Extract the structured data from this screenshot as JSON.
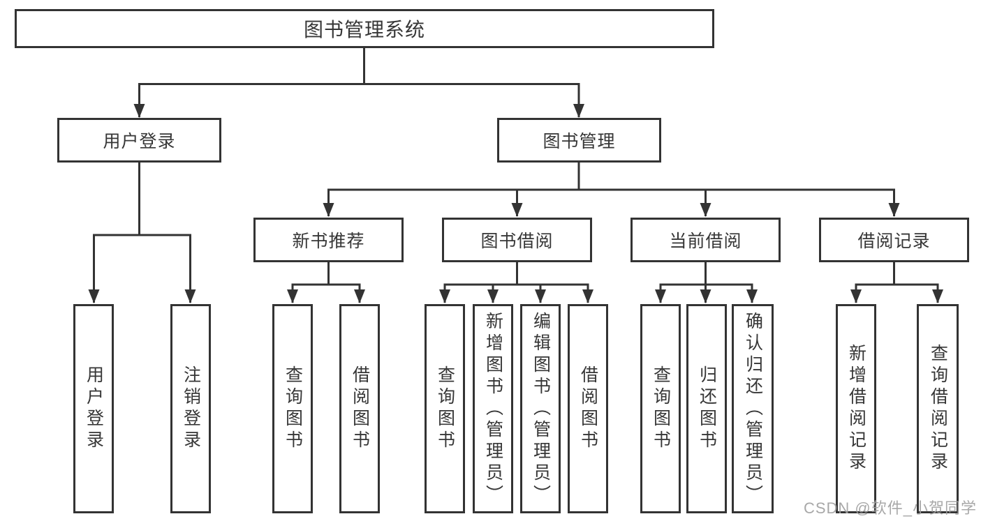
{
  "tree": {
    "root": {
      "label": "图书管理系统"
    },
    "branches": [
      {
        "label": "用户登录",
        "children": [
          {
            "label": "用户登录"
          },
          {
            "label": "注销登录"
          }
        ]
      },
      {
        "label": "图书管理",
        "children": [
          {
            "label": "新书推荐",
            "children": [
              {
                "label": "查询图书"
              },
              {
                "label": "借阅图书"
              }
            ]
          },
          {
            "label": "图书借阅",
            "children": [
              {
                "label": "查询图书"
              },
              {
                "label": "新增图书（管理员）"
              },
              {
                "label": "编辑图书（管理员）"
              },
              {
                "label": "借阅图书"
              }
            ]
          },
          {
            "label": "当前借阅",
            "children": [
              {
                "label": "查询图书"
              },
              {
                "label": "归还图书"
              },
              {
                "label": "确认归还（管理员）"
              }
            ]
          },
          {
            "label": "借阅记录",
            "children": [
              {
                "label": "新增借阅记录"
              },
              {
                "label": "查询借阅记录"
              }
            ]
          }
        ]
      }
    ]
  },
  "watermark": "CSDN @软件_小贺同学",
  "colors": {
    "line": "#333333",
    "text": "#363636",
    "background": "#ffffff",
    "watermark": "#9e9e9e"
  }
}
